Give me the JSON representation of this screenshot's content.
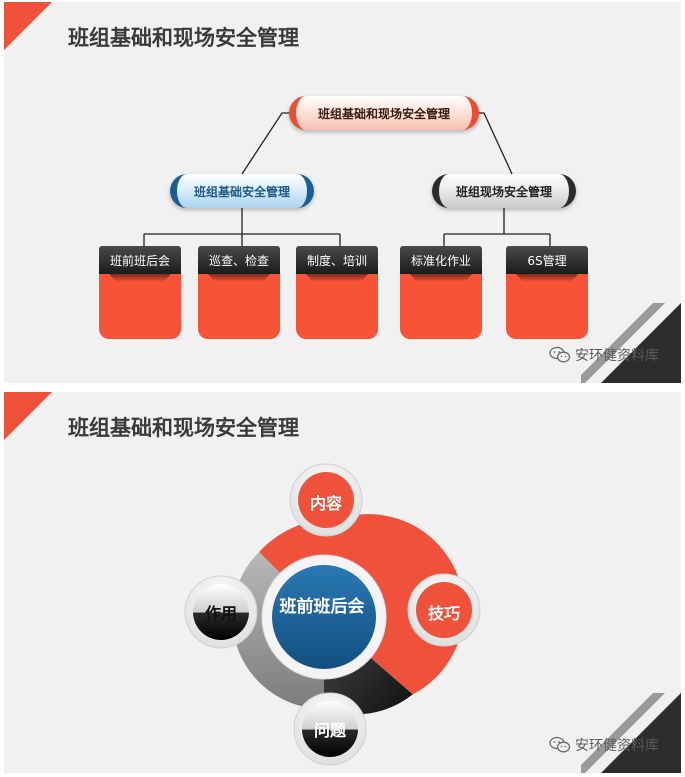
{
  "slide1": {
    "title": "班组基础和现场安全管理",
    "root": "班组基础和现场安全管理",
    "branch_basic": "班组基础安全管理",
    "branch_site": "班组现场安全管理",
    "cards": [
      "班前班后会",
      "巡查、检查",
      "制度、培训",
      "标准化作业",
      "6S管理"
    ],
    "watermark": "安环健资料库"
  },
  "slide2": {
    "title": "班组基础和现场安全管理",
    "center": "班前班后会",
    "satellites": {
      "top": "内容",
      "right": "技巧",
      "bottom": "问题",
      "left": "作用"
    },
    "watermark": "安环健资料库"
  },
  "colors": {
    "accent": "#f0513a",
    "blue": "#1b5f95",
    "dark": "#2b2b2b",
    "gray": "#9c9c9c"
  }
}
